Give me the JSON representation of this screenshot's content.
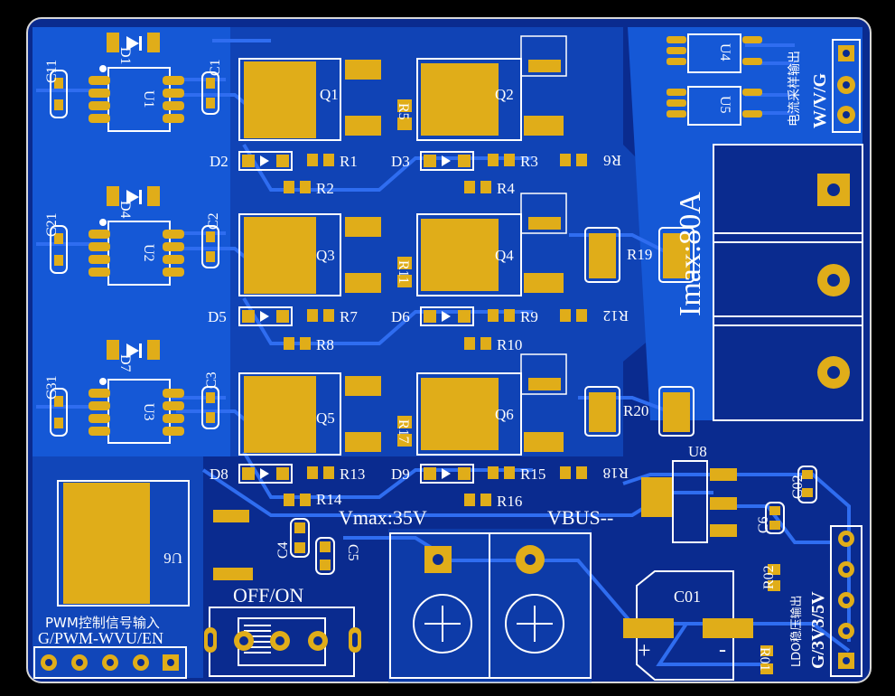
{
  "board": {
    "colors": {
      "background": "#000000",
      "copper_dark": "#0a2b8f",
      "copper_fill": "#1558d6",
      "trace": "#2f6df0",
      "pad": "#e0ad19",
      "silk": "#ffffff",
      "outline": "#d8d8d8"
    }
  },
  "labels": {
    "u1": "U1",
    "u2": "U2",
    "u3": "U3",
    "u4": "U4",
    "u5": "U5",
    "u6": "U6",
    "u8": "U8",
    "q1": "Q1",
    "q2": "Q2",
    "q3": "Q3",
    "q4": "Q4",
    "q5": "Q5",
    "q6": "Q6",
    "d1": "D1",
    "d2": "D2",
    "d3": "D3",
    "d4": "D4",
    "d5": "D5",
    "d6": "D6",
    "d7": "D7",
    "d8": "D8",
    "d9": "D9",
    "c1": "C1",
    "c2": "C2",
    "c3": "C3",
    "c4": "C4",
    "c5": "C5",
    "c6": "C6",
    "c11": "C11",
    "c21": "C21",
    "c31": "C31",
    "c01": "C01",
    "c02": "C02",
    "r1": "R1",
    "r2": "R2",
    "r3": "R3",
    "r4": "R4",
    "r5": "R5",
    "r6": "R6",
    "r7": "R7",
    "r8": "R8",
    "r9": "R9",
    "r10": "R10",
    "r11": "R11",
    "r12": "R12",
    "r13": "R13",
    "r14": "R14",
    "r15": "R15",
    "r16": "R16",
    "r17": "R17",
    "r18": "R18",
    "r19": "R19",
    "r20": "R20",
    "r01": "R01",
    "r02": "R02"
  },
  "text": {
    "imax": "Imax:80A",
    "vmax": "Vmax:35V",
    "vbus": "VBUS--",
    "off_on": "OFF/ON",
    "pwm_title": "PWM控制信号输入",
    "pwm_pins": "G/PWM-WVU/EN",
    "current_title": "电流采样输出",
    "current_pins": "W/V/G",
    "ldo_title": "LDO稳压输出",
    "ldo_pins": "G/3V3/5V",
    "plus": "+",
    "minus": "-"
  }
}
